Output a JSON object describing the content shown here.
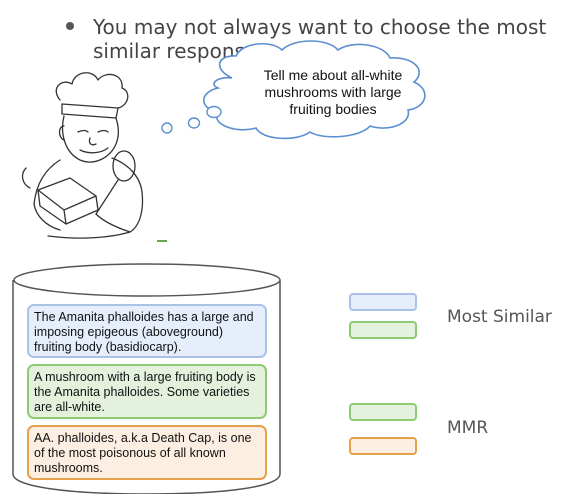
{
  "bullet": {
    "text": "You may not always want to choose the most similar  responses"
  },
  "query": {
    "text": "Tell me about all-white mushrooms with large fruiting bodies"
  },
  "documents": [
    {
      "text": "The Amanita phalloides has a large and imposing epigeous (aboveground) fruiting body (basidiocarp).",
      "color": "#a9c3e8"
    },
    {
      "text": "A mushroom with a large fruiting body is the Amanita phalloides. Some varieties are all-white.",
      "color": "#8ccb73"
    },
    {
      "text": "AA. phalloides, a.k.a Death Cap, is one of the most poisonous of all known mushrooms.",
      "color": "#e5a04a"
    }
  ],
  "legend": {
    "most_similar_label": "Most Similar",
    "mmr_label": "MMR"
  },
  "icons": {
    "chef": "chef-reading-book-icon",
    "bullet": "bullet-dot-icon"
  }
}
